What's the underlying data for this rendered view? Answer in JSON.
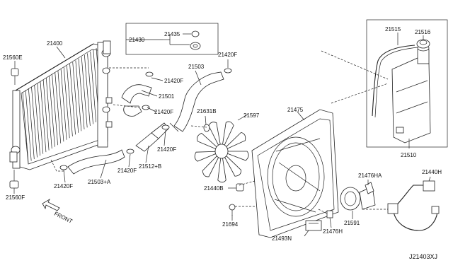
{
  "diagram": {
    "reference_code": "J21403XJ",
    "direction_label": "FRONT",
    "callouts": [
      {
        "id": "c-21400",
        "text": "21400"
      },
      {
        "id": "c-21560e",
        "text": "21560E"
      },
      {
        "id": "c-21560f",
        "text": "21560F"
      },
      {
        "id": "c-21430",
        "text": "21430"
      },
      {
        "id": "c-21435",
        "text": "21435"
      },
      {
        "id": "c-21420f-a",
        "text": "21420F"
      },
      {
        "id": "c-21420f-b",
        "text": "21420F"
      },
      {
        "id": "c-21420f-c",
        "text": "21420F"
      },
      {
        "id": "c-21420f-d",
        "text": "21420F"
      },
      {
        "id": "c-21420f-e",
        "text": "21420F"
      },
      {
        "id": "c-21420f-f",
        "text": "21420F"
      },
      {
        "id": "c-21501",
        "text": "21501"
      },
      {
        "id": "c-21503",
        "text": "21503"
      },
      {
        "id": "c-21503a",
        "text": "21503+A"
      },
      {
        "id": "c-21512b",
        "text": "21512+B"
      },
      {
        "id": "c-21631b",
        "text": "21631B"
      },
      {
        "id": "c-21597",
        "text": "21597"
      },
      {
        "id": "c-21475",
        "text": "21475"
      },
      {
        "id": "c-21515",
        "text": "21515"
      },
      {
        "id": "c-21516",
        "text": "21516"
      },
      {
        "id": "c-21510",
        "text": "21510"
      },
      {
        "id": "c-21476ha",
        "text": "21476HA"
      },
      {
        "id": "c-21440h",
        "text": "21440H"
      },
      {
        "id": "c-21440b",
        "text": "21440B"
      },
      {
        "id": "c-21694",
        "text": "21694"
      },
      {
        "id": "c-21591",
        "text": "21591"
      },
      {
        "id": "c-21493n",
        "text": "21493N"
      },
      {
        "id": "c-21476h",
        "text": "21476H"
      }
    ]
  }
}
